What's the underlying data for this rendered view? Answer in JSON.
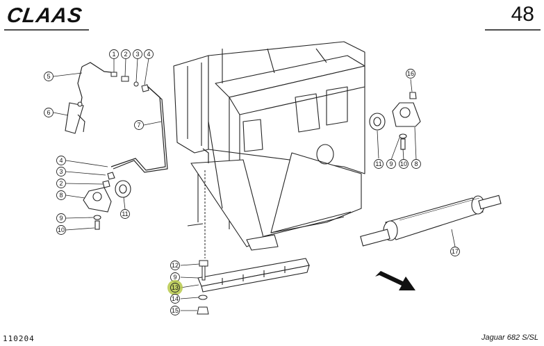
{
  "header": {
    "brand": "CLAAS",
    "page_number": "48"
  },
  "footer": {
    "doc_number": "110204",
    "model": "Jaguar 682 S/SL"
  },
  "callouts": [
    {
      "label": "1"
    },
    {
      "label": "2"
    },
    {
      "label": "3"
    },
    {
      "label": "4"
    },
    {
      "label": "5"
    },
    {
      "label": "6"
    },
    {
      "label": "7"
    },
    {
      "label": "4"
    },
    {
      "label": "3"
    },
    {
      "label": "2"
    },
    {
      "label": "8"
    },
    {
      "label": "11"
    },
    {
      "label": "9"
    },
    {
      "label": "10"
    },
    {
      "label": "16"
    },
    {
      "label": "11"
    },
    {
      "label": "9"
    },
    {
      "label": "10"
    },
    {
      "label": "8"
    },
    {
      "label": "17"
    },
    {
      "label": "12"
    },
    {
      "label": "9"
    },
    {
      "label": "13",
      "highlight": true
    },
    {
      "label": "14"
    },
    {
      "label": "15"
    }
  ],
  "colors": {
    "line": "#222222",
    "highlight": "#b7c94a"
  }
}
